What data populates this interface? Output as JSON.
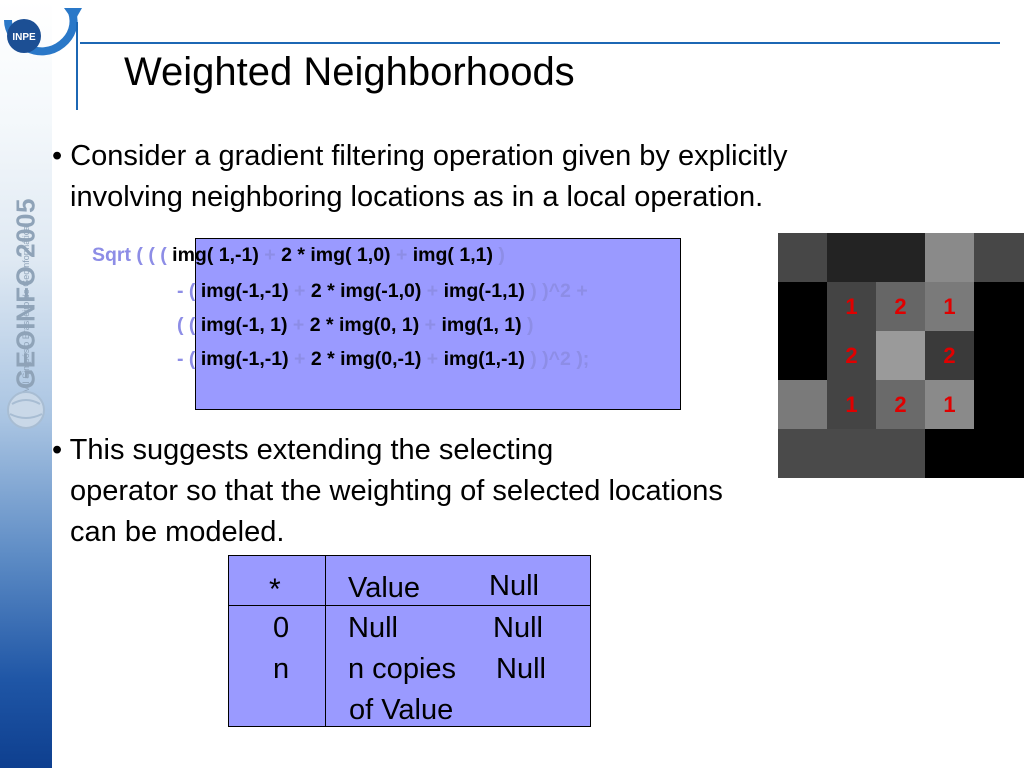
{
  "title": "Weighted Neighborhoods",
  "sidebar": {
    "event_title": "GEOINFO 2005",
    "event_subtitle": "VII Simpósio Brasileiro de Geoinformática",
    "logo_text": "INPE"
  },
  "bullets": [
    {
      "lines": [
        "• Consider a gradient filtering operation given by explicitly",
        "involving neighboring locations as in a local operation."
      ]
    },
    {
      "lines": [
        "• This suggests extending the selecting",
        "operator so that the weighting of selected locations",
        "can be modeled."
      ]
    }
  ],
  "formula": {
    "line1": {
      "a": "Sqrt ( ( ( ",
      "b": "img( 1,-1)",
      "c": " + ",
      "d": "2 * img( 1,0)",
      "e": " + ",
      "f": "img( 1,1)",
      "g": " )"
    },
    "line2": {
      "a": "- ( ",
      "b": "img(-1,-1)",
      "c": " + ",
      "d": "2 * img(-1,0)",
      "e": " + ",
      "f": "img(-1,1)",
      "g": " ) )^2 +"
    },
    "line3": {
      "a": "( ( ",
      "b": "img(-1, 1)",
      "c": " + ",
      "d": "2 * img(0, 1)",
      "e": " + ",
      "f": "img(1, 1)",
      "g": " )"
    },
    "line4": {
      "a": "- ( ",
      "b": "img(-1,-1)",
      "c": " + ",
      "d": "2 * img(0,-1)",
      "e": " + ",
      "f": "img(1,-1)",
      "g": " ) )^2 );"
    }
  },
  "kernel_grid": {
    "cells": [
      [
        "#474747",
        "#232323",
        "#232323",
        "#8a8a8a",
        "#474747"
      ],
      [
        "#000000",
        "#444444",
        "#666666",
        "#7a7a7a",
        "#000000"
      ],
      [
        "#000000",
        "#444444",
        "#9a9a9a",
        "#3a3a3a",
        "#000000"
      ],
      [
        "#7a7a7a",
        "#444444",
        "#6a6a6a",
        "#8a8a8a",
        "#000000"
      ],
      [
        "#4a4a4a",
        "#4a4a4a",
        "#4a4a4a",
        "#000000",
        "#000000"
      ]
    ],
    "weights": [
      [
        "",
        "",
        "",
        "",
        ""
      ],
      [
        "",
        "1",
        "2",
        "1",
        ""
      ],
      [
        "",
        "2",
        "",
        "2",
        ""
      ],
      [
        "",
        "1",
        "2",
        "1",
        ""
      ],
      [
        "",
        "",
        "",
        "",
        ""
      ]
    ]
  },
  "table": {
    "header": {
      "op": "*",
      "col1": "Value",
      "col2": "Null"
    },
    "rows": [
      {
        "op": "0",
        "col1": "Null",
        "col2": "Null"
      },
      {
        "op": "n",
        "col1": "n copies",
        "col2": "Null"
      },
      {
        "op": "",
        "col1": "of Value",
        "col2": ""
      }
    ]
  }
}
